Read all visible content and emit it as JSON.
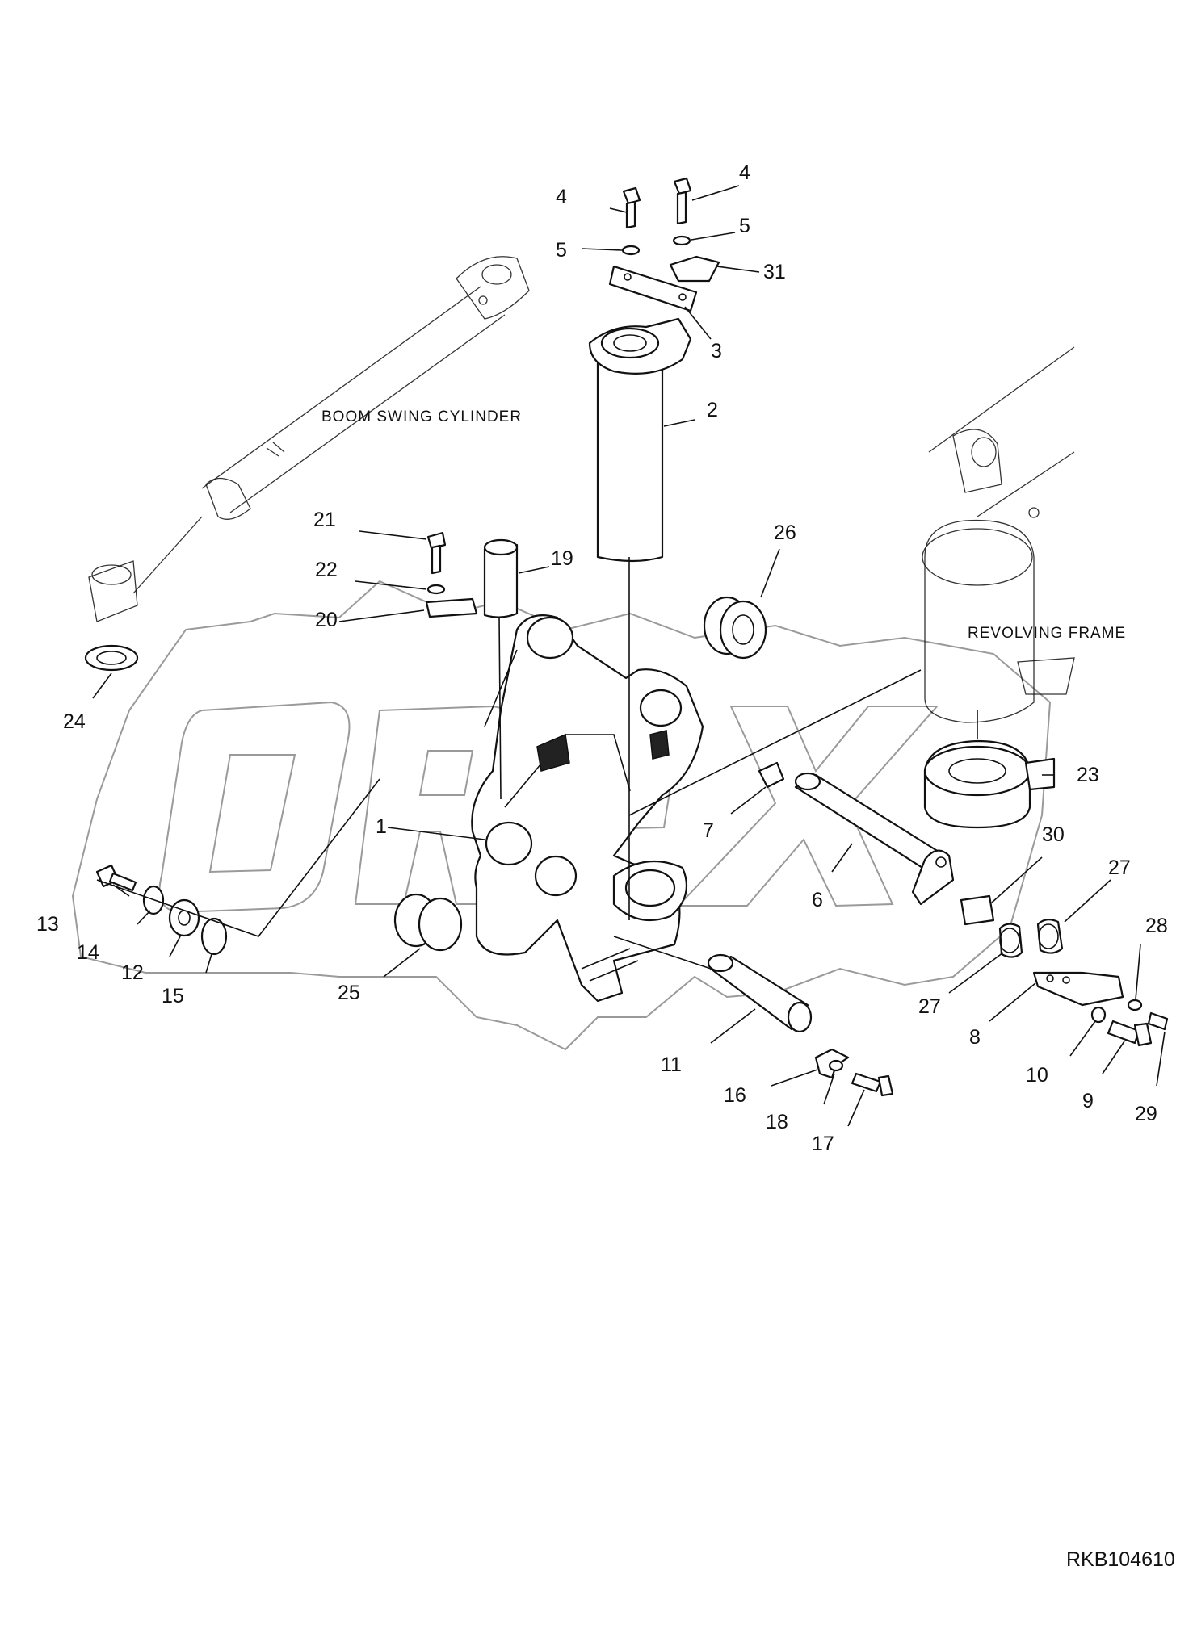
{
  "diagram": {
    "drawing_code": "RKB104610",
    "captions": {
      "cylinder": "BOOM SWING CYLINDER",
      "frame": "REVOLVING FRAME"
    },
    "watermark": "OREX",
    "callouts": {
      "c1": "1",
      "c2": "2",
      "c3": "3",
      "c4a": "4",
      "c4b": "4",
      "c5a": "5",
      "c5b": "5",
      "c6": "6",
      "c7": "7",
      "c8": "8",
      "c9": "9",
      "c10": "10",
      "c11": "11",
      "c12": "12",
      "c13": "13",
      "c14": "14",
      "c15": "15",
      "c16": "16",
      "c17": "17",
      "c18": "18",
      "c19": "19",
      "c20": "20",
      "c21": "21",
      "c22": "22",
      "c23": "23",
      "c24": "24",
      "c25": "25",
      "c26": "26",
      "c27a": "27",
      "c27b": "27",
      "c28": "28",
      "c29": "29",
      "c30": "30",
      "c31": "31"
    }
  }
}
